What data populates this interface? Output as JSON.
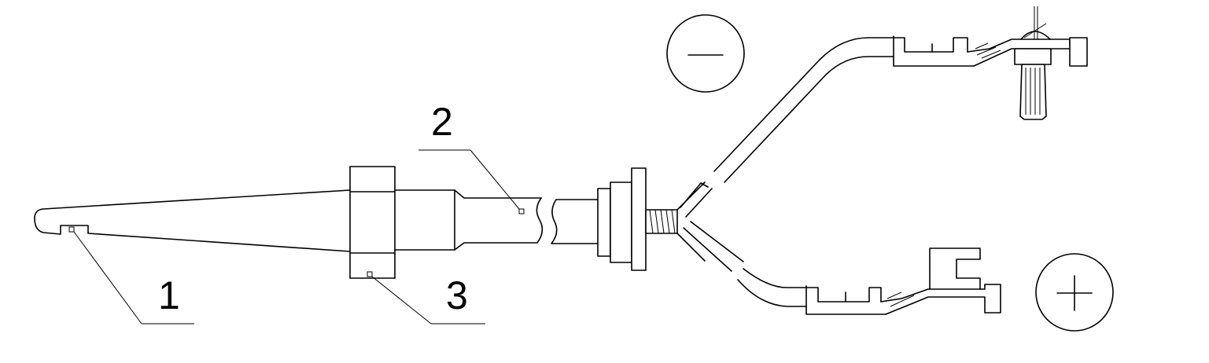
{
  "labels": {
    "one": "1",
    "two": "2",
    "three": "3"
  },
  "polarity": {
    "negative": "—",
    "positive": "+"
  },
  "colors": {
    "stroke": "#000000",
    "background": "#ffffff"
  }
}
